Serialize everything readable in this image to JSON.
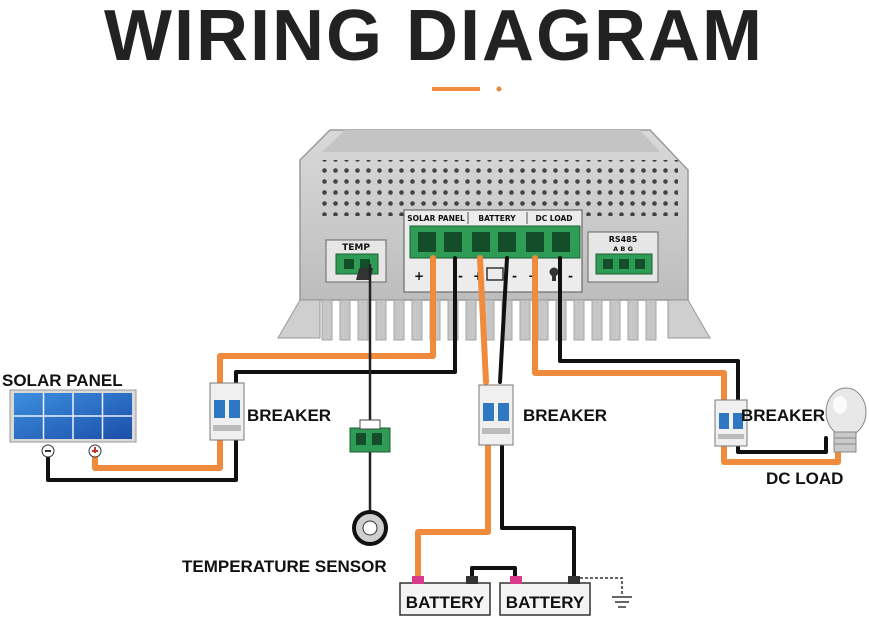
{
  "title": "WIRING DIAGRAM",
  "colors": {
    "positive_wire": "#f08a3c",
    "negative_wire": "#111111",
    "terminal_green": "#2e9c55",
    "accent": "#f08a3c"
  },
  "controller": {
    "port_temp": "TEMP",
    "port_solar_panel": "SOLAR PANEL",
    "port_battery": "BATTERY",
    "port_dc_load": "DC LOAD",
    "port_rs485": "RS485",
    "rs485_pins": "A B G",
    "plus": "+",
    "minus": "-"
  },
  "labels": {
    "solar_panel": "SOLAR PANEL",
    "breaker_solar": "BREAKER",
    "breaker_battery": "BREAKER",
    "breaker_load": "BREAKER",
    "dc_load": "DC LOAD",
    "temperature_sensor": "TEMPERATURE SENSOR",
    "battery_1": "BATTERY",
    "battery_2": "BATTERY"
  },
  "icons": [
    "solar-panel-icon",
    "breaker-icon",
    "light-bulb-icon",
    "battery-icon",
    "ground-icon",
    "temperature-sensor-icon"
  ]
}
